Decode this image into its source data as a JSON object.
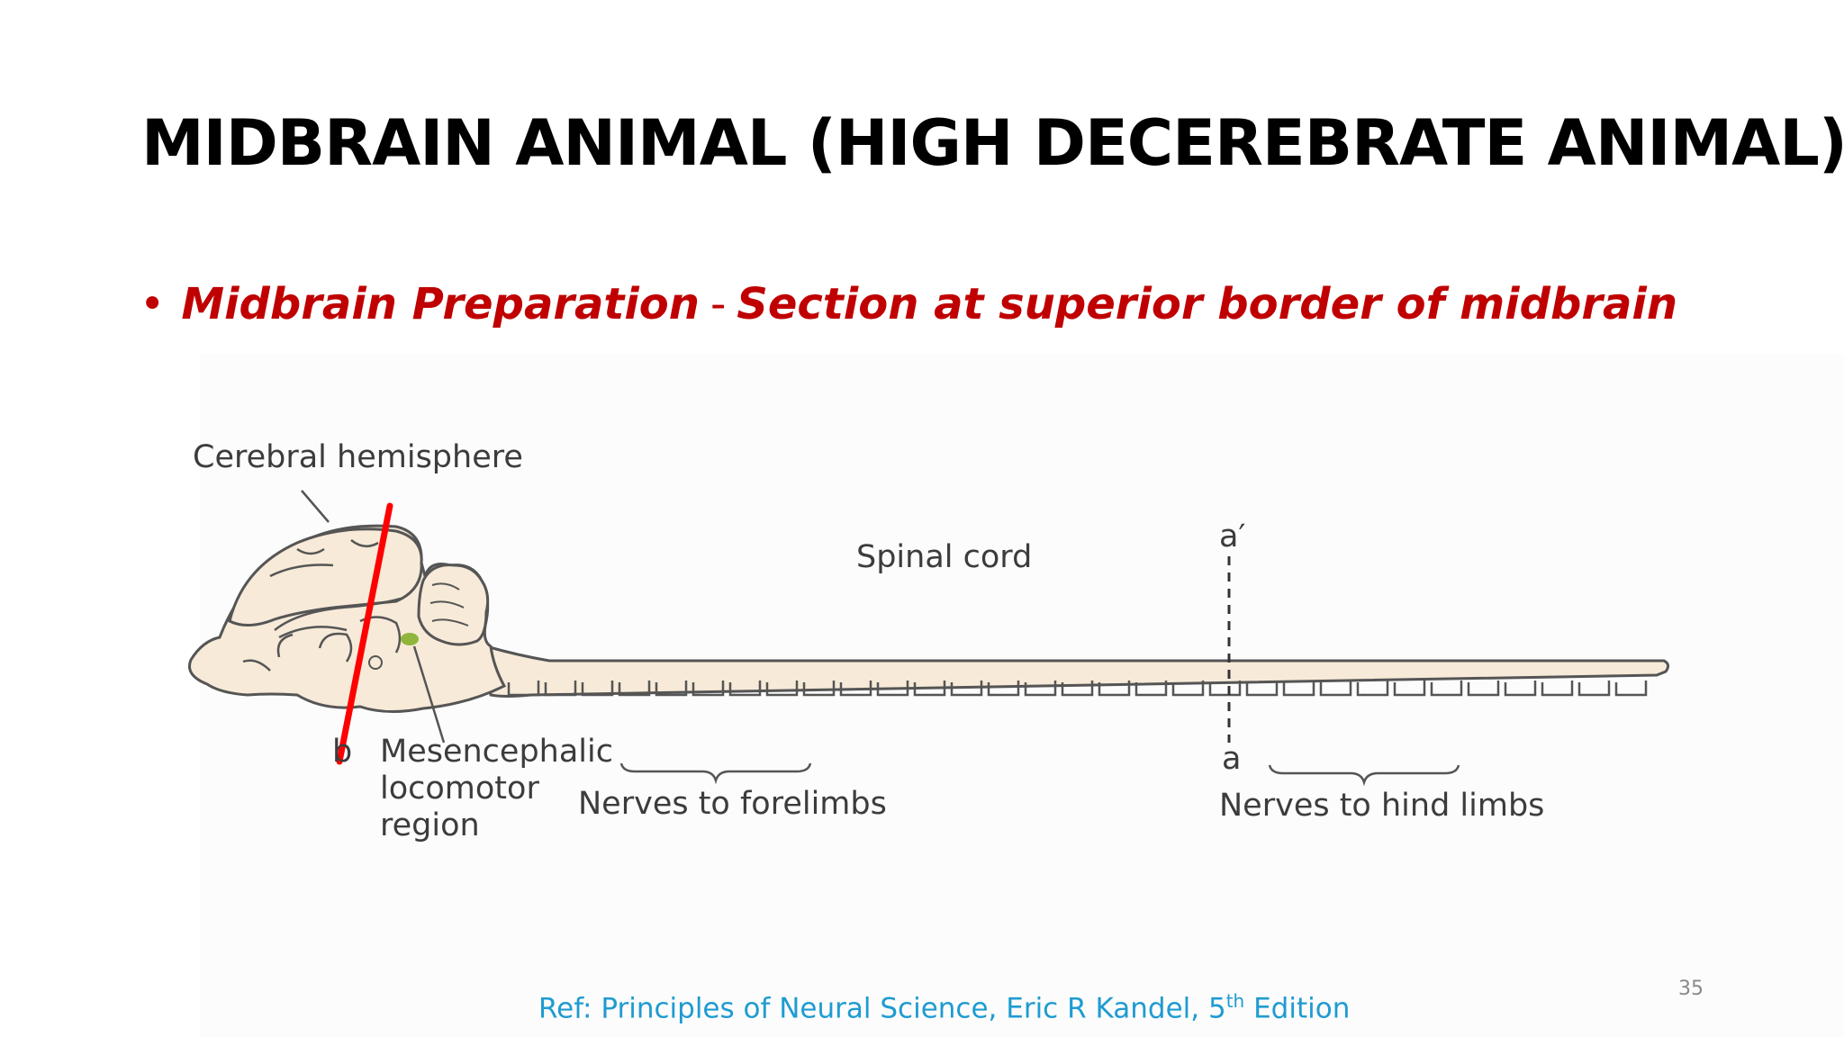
{
  "slide": {
    "title": "MIDBRAIN ANIMAL (HIGH DECEREBRATE ANIMAL)",
    "bullet": {
      "marker": "•",
      "term": "Midbrain Preparation",
      "separator": "-",
      "description": "Section at superior border of midbrain"
    },
    "reference": {
      "prefix": "Ref: Principles of Neural Science, Eric R Kandel, 5",
      "superscript": "th",
      "suffix": " Edition"
    },
    "page_number": "35"
  },
  "diagram": {
    "labels": {
      "cerebral_hemisphere": "Cerebral hemisphere",
      "spinal_cord": "Spinal cord",
      "a_prime": "a′",
      "a": "a",
      "b": "b",
      "mesencephalic_line1": "Mesencephalic",
      "mesencephalic_line2": "locomotor",
      "mesencephalic_line3": "region",
      "nerves_forelimbs": "Nerves to forelimbs",
      "nerves_hindlimbs": "Nerves to hind limbs"
    },
    "colors": {
      "tissue_fill": "#f7ead8",
      "outline": "#555555",
      "section_line": "#ff0000",
      "locomotor_region": "#8fb63a",
      "title_text": "#000000",
      "bullet_text": "#c00000",
      "reference_text": "#1f9bd1"
    }
  }
}
